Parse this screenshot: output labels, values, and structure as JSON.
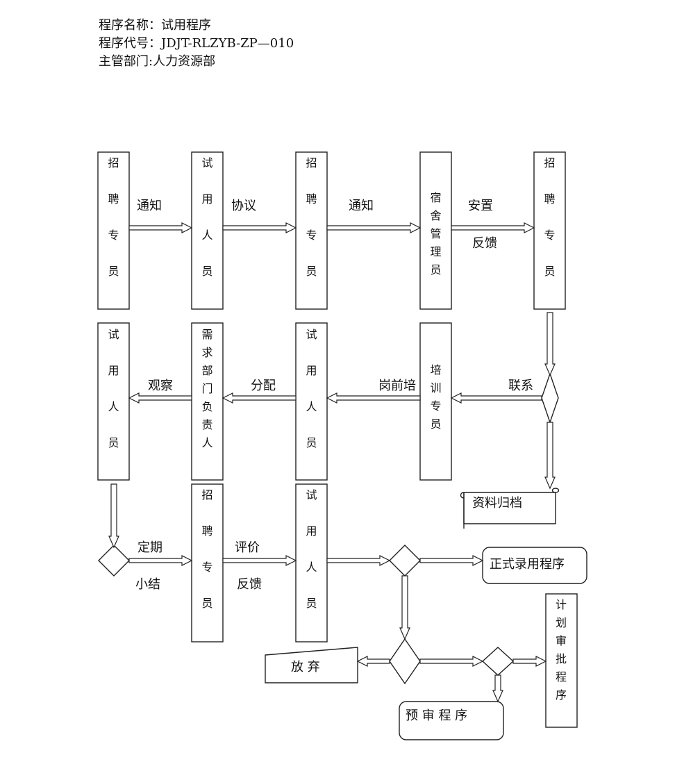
{
  "header": {
    "program_name": "程序名称：试用程序",
    "program_code": "程序代号：JDJT-RLZYB-ZP—010",
    "department": "主管部门:人力资源部"
  },
  "nodes": {
    "r1_recruiter_a": "招聘专员",
    "r1_trial_staff": "试用人员",
    "r1_recruiter_b": "招聘专员",
    "r1_dorm_manager": "宿舍管理员",
    "r1_recruiter_c": "招聘专员",
    "r2_trial_staff_a": "试用人员",
    "r2_dept_head": "需求部门负责人",
    "r2_trial_staff_b": "试用人员",
    "r2_trainer": "培训专员",
    "r3_recruiter": "招聘专员",
    "r3_trial_staff": "试用人员",
    "formal_hire": "正式录用程序",
    "plan_approval": "计划审批程序",
    "archive": "资料归档",
    "give_up": "放 弃",
    "pre_review": "预 审 程 序"
  },
  "edge_labels": {
    "notify_1": "通知",
    "agreement": "协议",
    "notify_2": "通知",
    "settle": "安置",
    "feedback_1": "反馈",
    "contact": "联系",
    "pre_job_training": "岗前培",
    "assign": "分配",
    "observe": "观察",
    "periodic": "定期",
    "summary": "小结",
    "evaluate": "评价",
    "feedback_2": "反馈"
  }
}
